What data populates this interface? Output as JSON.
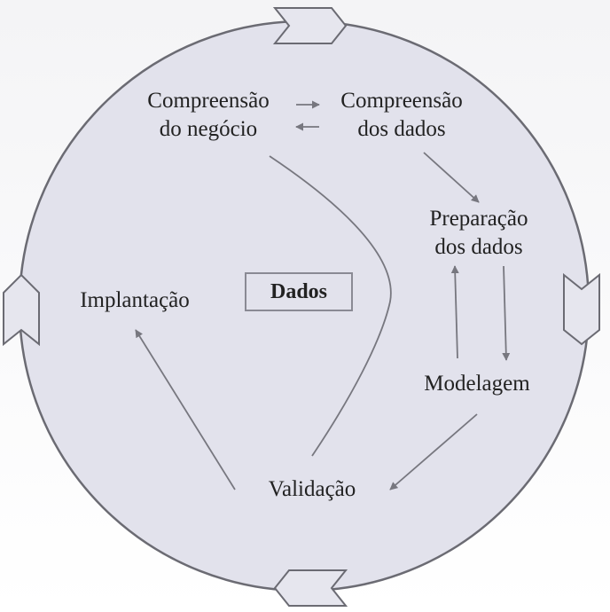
{
  "colors": {
    "circle_fill": "#e2e2ec",
    "circle_stroke": "#6b6b73",
    "arrow": "#77777f",
    "text": "#222222"
  },
  "nodes": {
    "business": [
      "Compreensão",
      "do negócio"
    ],
    "data_understanding": [
      "Compreensão",
      "dos dados"
    ],
    "preparation": [
      "Preparação",
      "dos dados"
    ],
    "modeling": "Modelagem",
    "validation": "Validação",
    "deployment": "Implantação"
  },
  "center": "Dados",
  "icons": [
    "chevron-arrow-top-icon",
    "chevron-arrow-right-icon",
    "chevron-arrow-bottom-icon",
    "chevron-arrow-left-icon"
  ]
}
